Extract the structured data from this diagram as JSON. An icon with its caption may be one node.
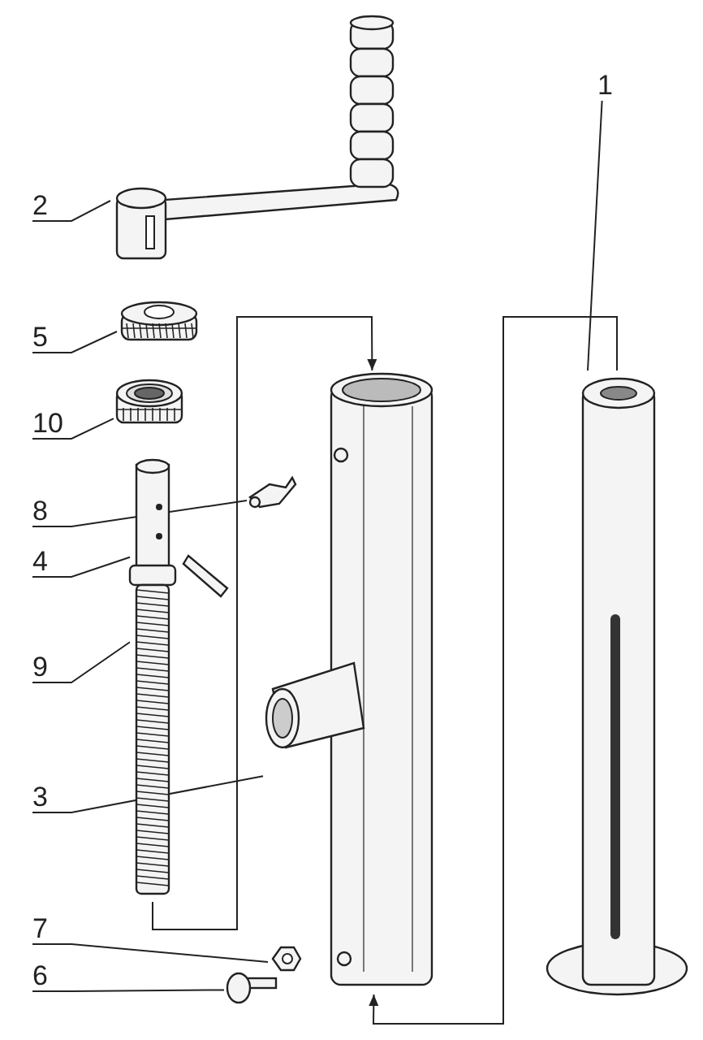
{
  "diagram": {
    "nodes": [
      {
        "text": [
          "2"
        ]
      },
      {
        "text": [
          "1"
        ]
      },
      {
        "text": [
          "5"
        ]
      },
      {
        "text": [
          "10"
        ]
      },
      {
        "text": [
          "8"
        ]
      },
      {
        "text": [
          "4"
        ]
      },
      {
        "text": [
          "9"
        ]
      },
      {
        "text": [
          "3"
        ]
      },
      {
        "text": [
          "7"
        ]
      },
      {
        "text": [
          "6"
        ]
      },
      {
        "text": [],
        "shape": "picture"
      },
      {
        "text": [],
        "shape": "picture"
      },
      {
        "text": [],
        "shape": "picture"
      },
      {
        "text": [],
        "shape": "picture"
      },
      {
        "text": [],
        "shape": "picture"
      },
      {
        "text": [],
        "shape": "picture"
      },
      {
        "text": [],
        "shape": "picture"
      },
      {
        "text": [],
        "shape": "picture"
      },
      {
        "text": [],
        "shape": "picture"
      },
      {
        "text": [],
        "shape": "picture"
      }
    ],
    "edges": [
      {
        "from": 0,
        "to": 10,
        "arrow": "none"
      },
      {
        "from": 1,
        "to": 19,
        "arrow": "none"
      },
      {
        "from": 2,
        "to": 11,
        "arrow": "none"
      },
      {
        "from": 3,
        "to": 12,
        "arrow": "none"
      },
      {
        "from": 4,
        "to": 13,
        "arrow": "none"
      },
      {
        "from": 5,
        "to": 14,
        "arrow": "none"
      },
      {
        "from": 6,
        "to": 15,
        "arrow": "none"
      },
      {
        "from": 7,
        "to": 16,
        "arrow": "none"
      },
      {
        "from": 8,
        "to": 17,
        "arrow": "none"
      },
      {
        "from": 9,
        "to": 18,
        "arrow": "none"
      },
      {
        "from": 15,
        "to": 16,
        "arrow": "to"
      },
      {
        "from": 19,
        "to": 16,
        "arrow": "to"
      }
    ]
  }
}
